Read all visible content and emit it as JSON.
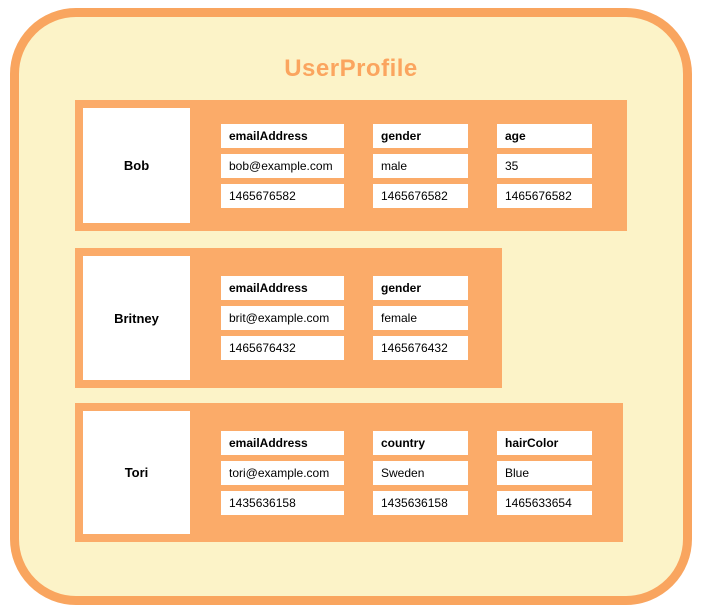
{
  "title": "UserProfile",
  "colors": {
    "panel_fill": "#FCF3C8",
    "panel_border": "#F9A55F",
    "block_fill": "#FBAB69",
    "title_text": "#FBA55F",
    "cell_text": "#000000"
  },
  "rows": [
    {
      "key": "Bob",
      "columns": [
        {
          "name": "emailAddress",
          "value": "bob@example.com",
          "timestamp": "1465676582"
        },
        {
          "name": "gender",
          "value": "male",
          "timestamp": "1465676582"
        },
        {
          "name": "age",
          "value": "35",
          "timestamp": "1465676582"
        }
      ]
    },
    {
      "key": "Britney",
      "columns": [
        {
          "name": "emailAddress",
          "value": "brit@example.com",
          "timestamp": "1465676432"
        },
        {
          "name": "gender",
          "value": "female",
          "timestamp": "1465676432"
        }
      ]
    },
    {
      "key": "Tori",
      "columns": [
        {
          "name": "emailAddress",
          "value": "tori@example.com",
          "timestamp": "1435636158"
        },
        {
          "name": "country",
          "value": "Sweden",
          "timestamp": "1435636158"
        },
        {
          "name": "hairColor",
          "value": "Blue",
          "timestamp": "1465633654"
        }
      ]
    }
  ]
}
